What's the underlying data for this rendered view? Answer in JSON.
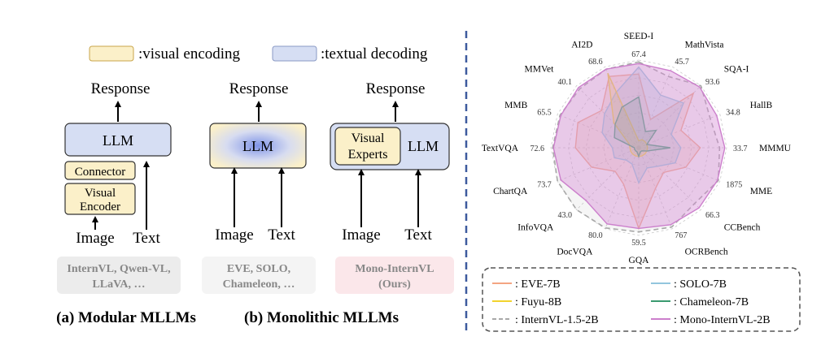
{
  "legend": {
    "visual": ":visual encoding",
    "textual": ":textual decoding"
  },
  "modular": {
    "response": "Response",
    "llm": "LLM",
    "connector": "Connector",
    "encoder_line1": "Visual",
    "encoder_line2": "Encoder",
    "image": "Image",
    "text": "Text",
    "examples_line1": "InternVL, Qwen-VL,",
    "examples_line2": "LLaVA, …",
    "caption": "(a) Modular MLLMs"
  },
  "monolithic": {
    "response": "Response",
    "llm": "LLM",
    "image": "Image",
    "text": "Text",
    "examples_line1": "EVE, SOLO,",
    "examples_line2": "Chameleon, …",
    "caption": "(b) Monolithic MLLMs"
  },
  "mono_internvl": {
    "response": "Response",
    "experts_line1": "Visual",
    "experts_line2": "Experts",
    "llm": "LLM",
    "image": "Image",
    "text": "Text",
    "examples_line1": "Mono-InternVL",
    "examples_line2": "(Ours)"
  },
  "chart_data": {
    "type": "radar",
    "axes": [
      {
        "name": "SEED-I",
        "max_label": "67.4"
      },
      {
        "name": "MathVista",
        "max_label": "45.7"
      },
      {
        "name": "SQA-I",
        "max_label": "93.6"
      },
      {
        "name": "HallB",
        "max_label": "34.8"
      },
      {
        "name": "MMMU",
        "max_label": "33.7"
      },
      {
        "name": "MME",
        "max_label": "1875"
      },
      {
        "name": "CCBench",
        "max_label": "66.3"
      },
      {
        "name": "OCRBench",
        "max_label": "767"
      },
      {
        "name": "GQA",
        "max_label": "59.5"
      },
      {
        "name": "DocVQA",
        "max_label": "80.0"
      },
      {
        "name": "InfoVQA",
        "max_label": "43.0"
      },
      {
        "name": "ChartQA",
        "max_label": "73.7"
      },
      {
        "name": "TextVQA",
        "max_label": "72.6"
      },
      {
        "name": "MMB",
        "max_label": "65.5"
      },
      {
        "name": "MMVet",
        "max_label": "40.1"
      },
      {
        "name": "AI2D",
        "max_label": "68.6"
      }
    ],
    "series": [
      {
        "name": ": EVE-7B",
        "color": "#f4a582",
        "fill": "none",
        "values": [
          0.84,
          0.35,
          0.88,
          0.52,
          0.7,
          0.58,
          0.4,
          0.5,
          0.92,
          0.45,
          0.38,
          0.58,
          0.72,
          0.75,
          0.6,
          0.88
        ]
      },
      {
        "name": ": SOLO-7B",
        "color": "#92c5de",
        "fill": "none",
        "values": [
          0.92,
          0.65,
          0.72,
          0.4,
          0.48,
          0.45,
          0.3,
          0.25,
          0.4,
          0.2,
          0.2,
          0.3,
          0.3,
          0.45,
          0.55,
          0.68
        ]
      },
      {
        "name": ": Fuyu-8B",
        "color": "#f2d32e",
        "fill": "none",
        "values": [
          0.08,
          0.1,
          0.1,
          0.1,
          0.1,
          0.1,
          0.1,
          0.1,
          0.1,
          0.1,
          0.1,
          0.1,
          0.1,
          0.12,
          0.4,
          0.92
        ]
      },
      {
        "name": ": Chameleon-7B",
        "color": "#3a9a6f",
        "fill": "none",
        "values": [
          0.58,
          0.2,
          0.28,
          0.1,
          0.36,
          0.1,
          0.05,
          0.05,
          0.1,
          0.05,
          0.05,
          0.05,
          0.05,
          0.3,
          0.38,
          0.5
        ]
      },
      {
        "name": ": InternVL-1.5-2B",
        "color": "#a8a8a8",
        "fill": "none",
        "values": [
          0.98,
          0.88,
          1.0,
          0.88,
          0.92,
          0.98,
          0.9,
          0.98,
          0.96,
          0.99,
          1.0,
          1.0,
          0.98,
          0.97,
          0.95,
          0.97
        ]
      },
      {
        "name": ": Mono-InternVL-2B",
        "color": "#cc7fcc",
        "fill": "rgba(214,140,214,0.42)",
        "values": [
          0.96,
          0.95,
          0.98,
          0.96,
          0.98,
          0.97,
          0.97,
          0.95,
          0.92,
          0.94,
          0.85,
          0.96,
          0.97,
          0.96,
          0.97,
          0.97
        ]
      }
    ]
  }
}
